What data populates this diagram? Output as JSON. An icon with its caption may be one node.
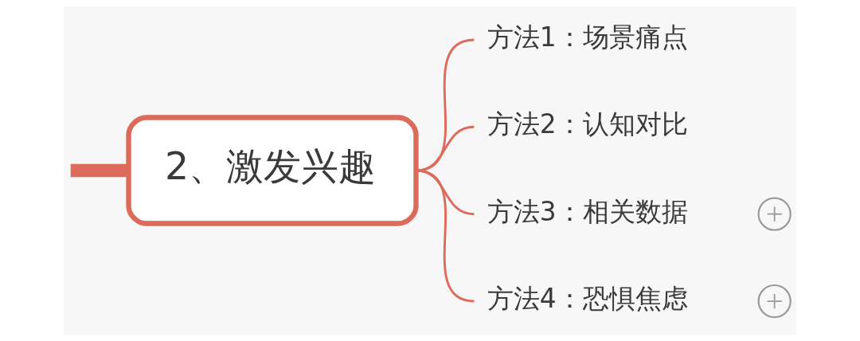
{
  "diagram": {
    "nodes": [
      {
        "text": [
          "2、激发兴趣"
        ]
      },
      {
        "text": [
          "方法1：场景痛点"
        ]
      },
      {
        "text": [
          "方法2：认知对比"
        ]
      },
      {
        "text": [
          "方法3：相关数据"
        ]
      },
      {
        "text": [],
        "shape": "circle"
      },
      {
        "text": [
          "方法4：恐惧焦虑"
        ]
      },
      {
        "text": [],
        "shape": "circle"
      }
    ],
    "edges": [
      {
        "from": null,
        "to": 0,
        "arrow": "none",
        "style": "thick"
      },
      {
        "from": 0,
        "to": 1,
        "arrow": "none"
      },
      {
        "from": 0,
        "to": 2,
        "arrow": "none"
      },
      {
        "from": 0,
        "to": 3,
        "arrow": "none"
      },
      {
        "from": 0,
        "to": 5,
        "arrow": "none"
      }
    ]
  }
}
